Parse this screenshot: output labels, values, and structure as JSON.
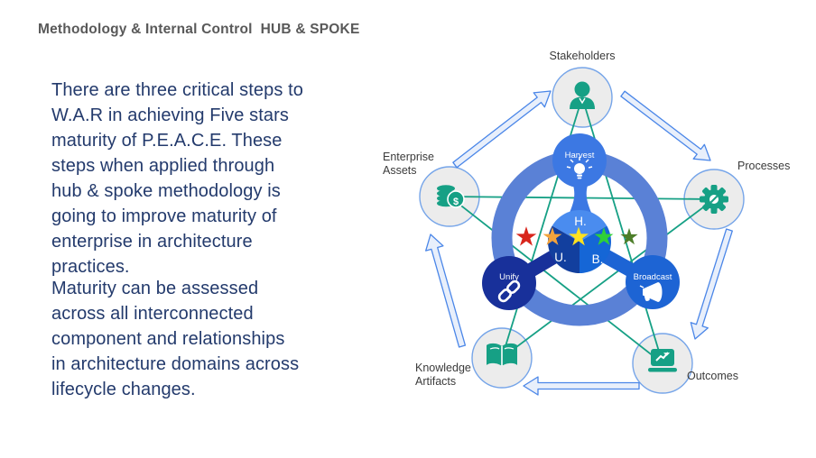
{
  "header": {
    "title": "Methodology & Internal Control  HUB & SPOKE"
  },
  "body": {
    "paragraph1": "There are three critical steps to\nW.A.R in achieving Five  stars\nmaturity of P.E.A.C.E. These\nsteps when applied through\nhub & spoke methodology is\ngoing to improve maturity of\nenterprise in architecture\npractices.",
    "paragraph2": "Maturity can be  assessed\nacross all interconnected\ncomponent and relationships\nin architecture domains across\nlifecycle changes."
  },
  "diagram": {
    "outer_nodes": [
      {
        "label": "Stakeholders",
        "icon": "person-icon"
      },
      {
        "label": "Processes",
        "icon": "gear-icon"
      },
      {
        "label": "Outcomes",
        "icon": "laptop-trend-icon"
      },
      {
        "label": "Knowledge Artifacts",
        "icon": "open-book-icon"
      },
      {
        "label": "Enterprise Assets",
        "icon": "coins-icon"
      }
    ],
    "hub_nodes": [
      {
        "label": "Harvest",
        "abbrev": "H.",
        "icon": "idea-icon"
      },
      {
        "label": "Unify",
        "abbrev": "U.",
        "icon": "chain-link-icon"
      },
      {
        "label": "Broadcast",
        "abbrev": "B.",
        "icon": "megaphone-icon"
      }
    ],
    "currency_symbol": "$",
    "stars": {
      "count": 5,
      "colors": [
        "#D8251C",
        "#F2A33C",
        "#FFE21F",
        "#2FD039",
        "#4D7E2A"
      ]
    },
    "colors": {
      "ring": "#5A81D6",
      "harvest": "#3C78E3",
      "unify": "#18309A",
      "broadcast": "#1D64D4",
      "sector_h": "#4A8CEF",
      "sector_u": "#123F9E",
      "sector_b": "#1566D6",
      "node_fill": "#ECECEC",
      "node_stroke": "#76A5E9",
      "icon_teal": "#16A085",
      "arrow_stroke": "#4A86E8",
      "body_text": "#233A6C",
      "title_text": "#595959"
    }
  }
}
